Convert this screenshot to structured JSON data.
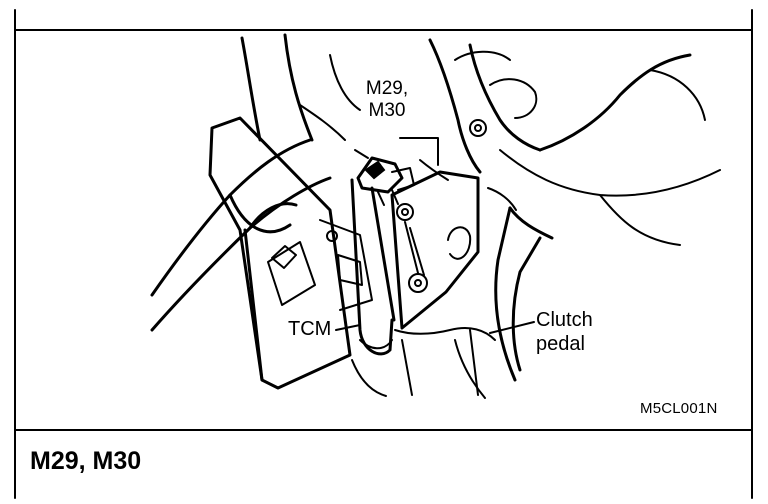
{
  "labels": {
    "connector": "M29,\nM30",
    "tcm": "TCM",
    "clutch_pedal": "Clutch\npedal",
    "figure_code": "M5CL001N",
    "caption": "M29, M30"
  }
}
